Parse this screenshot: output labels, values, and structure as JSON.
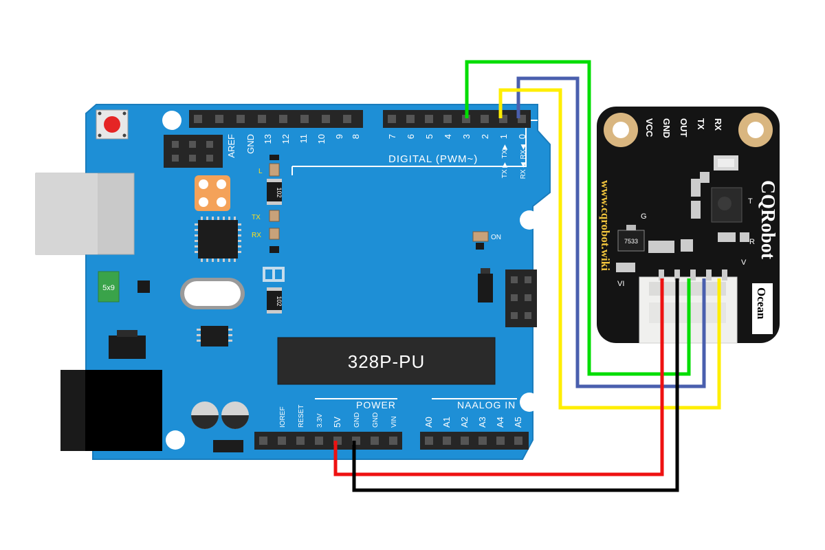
{
  "arduino": {
    "digital_header_title": "DIGITAL (PWM~)",
    "digital_pins_left": [
      "AREF",
      "GND",
      "13",
      "12",
      "11",
      "10",
      "9",
      "8"
    ],
    "digital_pins_right": [
      "7",
      "6",
      "5",
      "4",
      "3",
      "2",
      "1",
      "0"
    ],
    "tx_mark": "TX ▶",
    "rx_mark": "RX ◀",
    "tx_arrow": "TX▶",
    "rx_arrow": "RX◀",
    "power_title": "POWER",
    "analog_title": "NAALOG IN",
    "power_pins": [
      "IOREF",
      "RESET",
      "3.3V",
      "5V",
      "GND",
      "GND",
      "VIN"
    ],
    "analog_pins": [
      "A0",
      "A1",
      "A2",
      "A3",
      "A4",
      "A5"
    ],
    "chip_label": "328P-PU",
    "on_label": "ON",
    "led_l": "L",
    "led_tx": "TX",
    "led_rx": "RX",
    "resistor_1": "102",
    "resistor_2": "102",
    "fuse_label": "5x9"
  },
  "module": {
    "pins": [
      "RX",
      "TX",
      "OUT",
      "GND",
      "VCC"
    ],
    "url": "www.cqrobot.wiki",
    "brand": "CQRobot",
    "product": "Ocean",
    "reg_label": "7533",
    "g_label": "G",
    "vi_label": "VI",
    "t_label": "T",
    "r_label": "R",
    "v_label": "V"
  },
  "wires": {
    "green": "#00dd00",
    "blue": "#4a5fae",
    "yellow": "#ffee00",
    "red": "#ee1111",
    "black": "#000000"
  },
  "colors": {
    "board": "#1e8fd6",
    "module": "#141414"
  }
}
